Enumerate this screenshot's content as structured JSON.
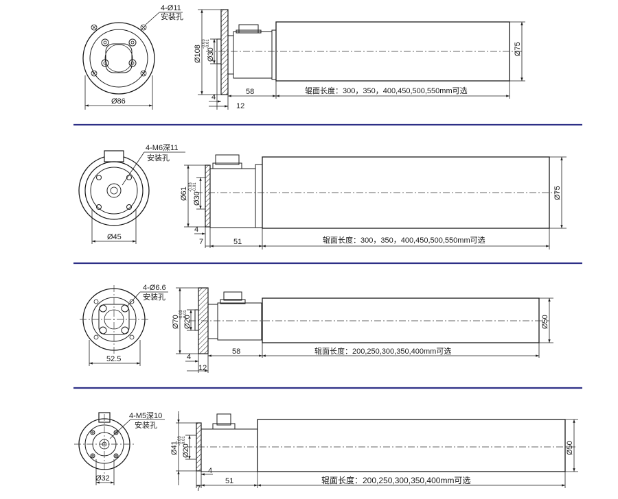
{
  "colors": {
    "separator": "#2d2f86",
    "line": "#1a1a1a"
  },
  "views": [
    {
      "hole_label": "4-Ø11",
      "hole_note": "安装孔",
      "flange_diameter": "Ø86",
      "flange_od": "Ø108",
      "shaft_diameter": "Ø30",
      "tol_upper": "-0.03",
      "tol_lower": "-0.01",
      "roller_diameter": "Ø75",
      "motor_length": "58",
      "dim_a": "4",
      "dim_b": "12",
      "length_text": "辊面长度：300，350，400,450,500,550mm可选"
    },
    {
      "hole_label": "4-M6深11",
      "hole_note": "安装孔",
      "flange_diameter": "Ø45",
      "flange_od": "Ø61",
      "shaft_diameter": "Ø30",
      "tol_upper": "-0.03",
      "tol_lower": "-0.01",
      "roller_diameter": "Ø75",
      "motor_length": "51",
      "dim_a": "4",
      "dim_b": "7",
      "length_text": "辊面长度：300，350，400,450,500,550mm可选"
    },
    {
      "hole_label": "4-Ø6.6",
      "hole_note": "安装孔",
      "flange_diameter": "52.5",
      "flange_od": "Ø70",
      "shaft_diameter": "Ø20",
      "tol_upper": "-0.03",
      "tol_lower": "-0.01",
      "roller_diameter": "Ø50",
      "motor_length": "58",
      "dim_a": "4",
      "dim_b": "12",
      "length_text": "辊面长度：200,250,300,350,400mm可选"
    },
    {
      "hole_label": "4-M5深10",
      "hole_note": "安装孔",
      "flange_diameter": "Ø32",
      "flange_od": "Ø41",
      "shaft_diameter": "Ø20",
      "tol_upper": "-0.03",
      "tol_lower": "-0.01",
      "roller_diameter": "Ø50",
      "motor_length": "51",
      "dim_a": "4",
      "dim_b": "7",
      "length_text": "辊面长度：200,250,300,350,400mm可选"
    }
  ]
}
